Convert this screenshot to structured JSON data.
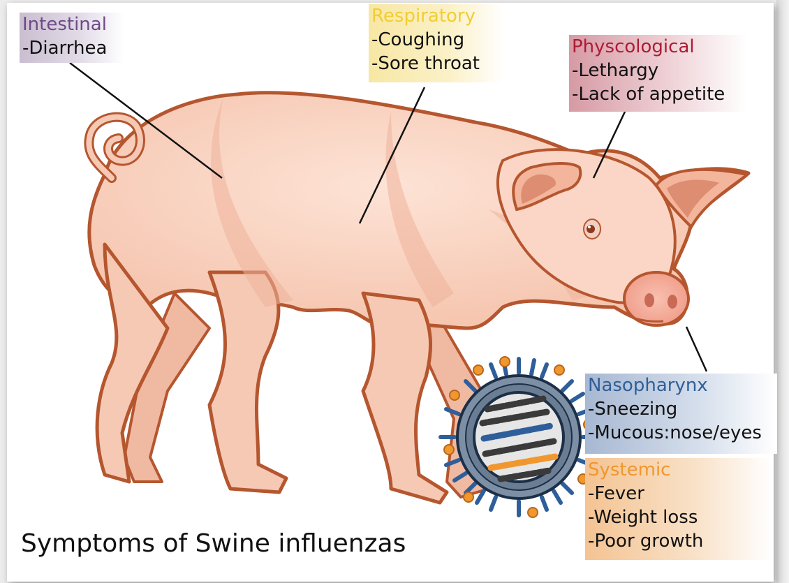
{
  "diagram": {
    "title": "Symptoms of Swine influenzas",
    "categories": [
      {
        "key": "intestinal",
        "heading": "Intestinal",
        "symptoms": [
          "-Diarrhea"
        ],
        "color": "#6f4a88"
      },
      {
        "key": "respiratory",
        "heading": "Respiratory",
        "symptoms": [
          "-Coughing",
          "-Sore throat"
        ],
        "color": "#f2cd34"
      },
      {
        "key": "physcological",
        "heading": "Physcological",
        "symptoms": [
          "-Lethargy",
          "-Lack of appetite"
        ],
        "color": "#ad1c36"
      },
      {
        "key": "nasopharynx",
        "heading": "Nasopharynx",
        "symptoms": [
          "-Sneezing",
          "-Mucous:nose/eyes"
        ],
        "color": "#2f5f9a"
      },
      {
        "key": "systemic",
        "heading": "Systemic",
        "symptoms": [
          "-Fever",
          "-Weight loss",
          "-Poor growth"
        ],
        "color": "#f0972f"
      }
    ],
    "illustration": {
      "subject": "pig-illustration",
      "virus": "influenza-virus-icon",
      "pig_color": "#f6c9b4",
      "outline_color": "#b5562f"
    }
  }
}
